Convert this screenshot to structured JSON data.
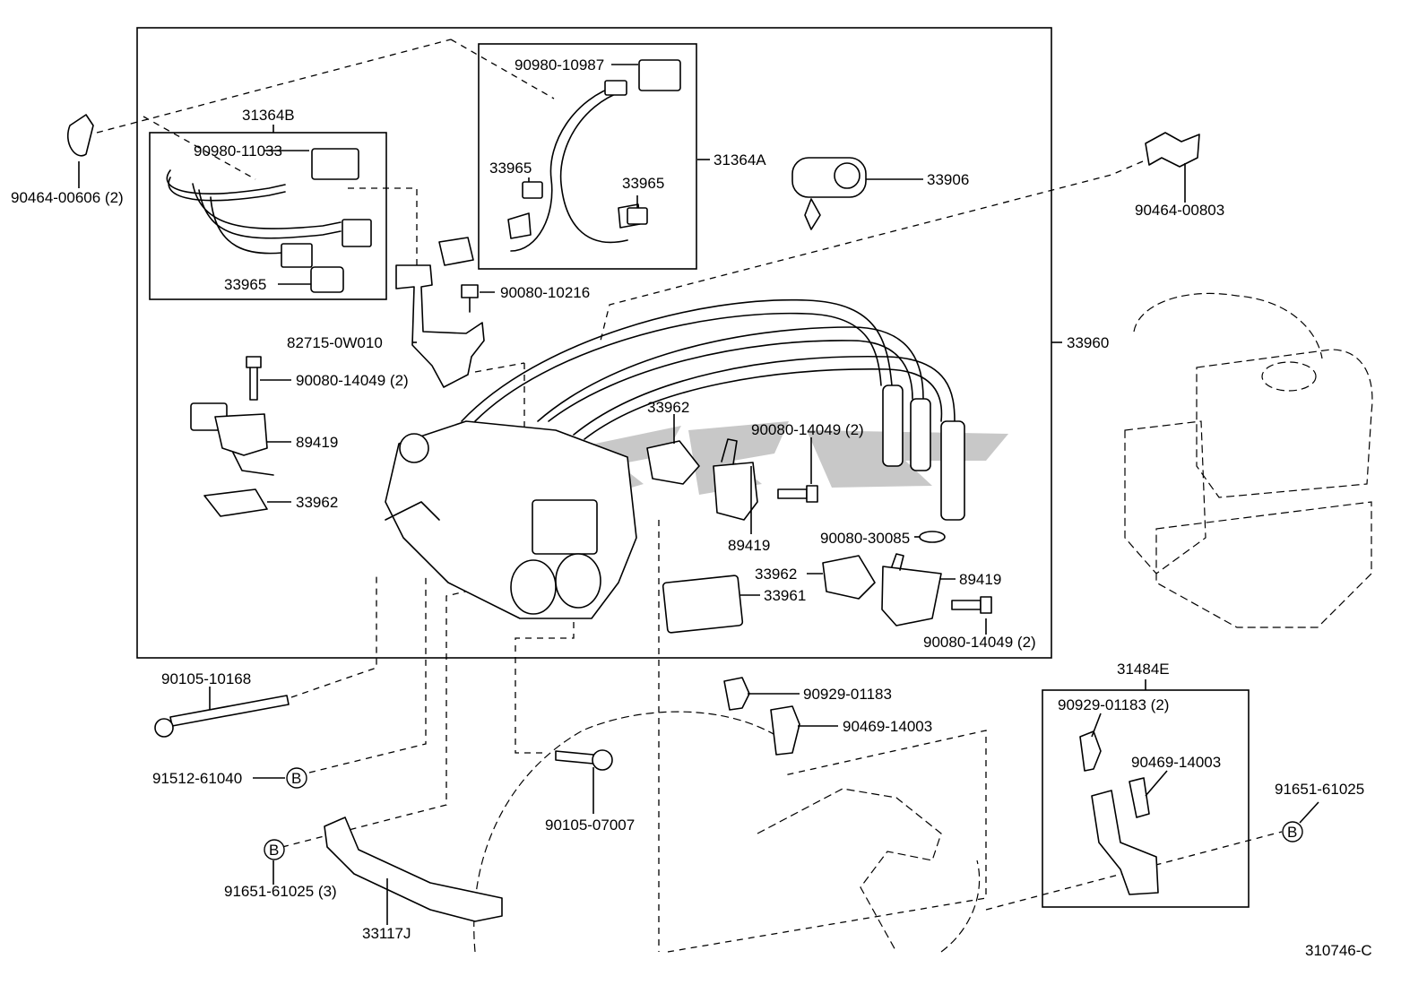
{
  "diagram_id": "310746-C",
  "labels": {
    "p31364B": "31364B",
    "p90980_11033": "90980-11033",
    "p33965_a": "33965",
    "p90980_10987": "90980-10987",
    "p33965_b": "33965",
    "p33965_c": "33965",
    "p31364A": "31364A",
    "p33906": "33906",
    "p90464_00606": "90464-00606 (2)",
    "p90464_00803": "90464-00803",
    "p90080_10216": "90080-10216",
    "p82715": "82715-0W010",
    "p90080_14049_a": "90080-14049 (2)",
    "p89419_a": "89419",
    "p33962_a": "33962",
    "p33960": "33960",
    "p33962_b": "33962",
    "p90080_14049_b": "90080-14049 (2)",
    "p89419_b": "89419",
    "p90080_30085": "90080-30085",
    "p33962_c": "33962",
    "p89419_c": "89419",
    "p33961": "33961",
    "p90080_14049_c": "90080-14049 (2)",
    "p90105_10168": "90105-10168",
    "p91512_61040": "91512-61040",
    "p90929_01183_a": "90929-01183",
    "p90469_14003_a": "90469-14003",
    "p31484E": "31484E",
    "p90929_01183_b": "90929-01183 (2)",
    "p90469_14003_b": "90469-14003",
    "p91651_61025_a": "91651-61025",
    "p90105_07007": "90105-07007",
    "p91651_61025_b": "91651-61025 (3)",
    "p33117J": "33117J"
  },
  "markers": {
    "b1": "B",
    "b2": "B",
    "b3": "B"
  }
}
